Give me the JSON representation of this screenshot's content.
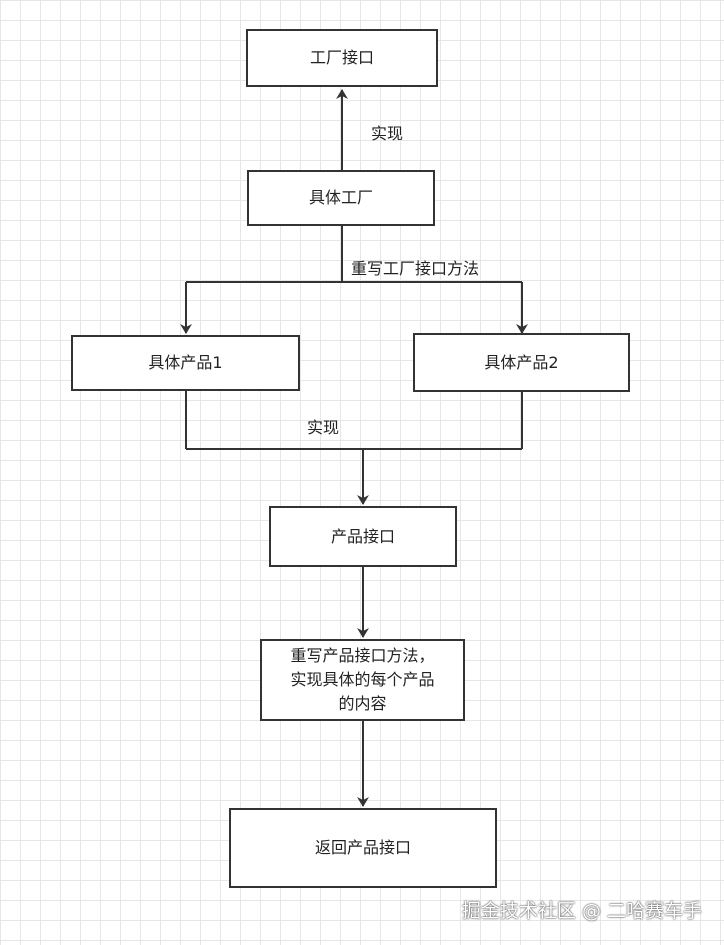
{
  "nodes": {
    "factory_interface": "工厂接口",
    "concrete_factory": "具体工厂",
    "product1": "具体产品1",
    "product2": "具体产品2",
    "product_interface": "产品接口",
    "override_product": "重写产品接口方法，\n实现具体的每个产品\n的内容",
    "return_product": "返回产品接口"
  },
  "edge_labels": {
    "implement_top": "实现",
    "override_factory": "重写工厂接口方法",
    "implement_bottom": "实现"
  },
  "watermark": "掘金技术社区 @ 二哈赛车手",
  "colors": {
    "line": "#333333",
    "grid": "#e6e6e6",
    "box_border": "#333333"
  }
}
